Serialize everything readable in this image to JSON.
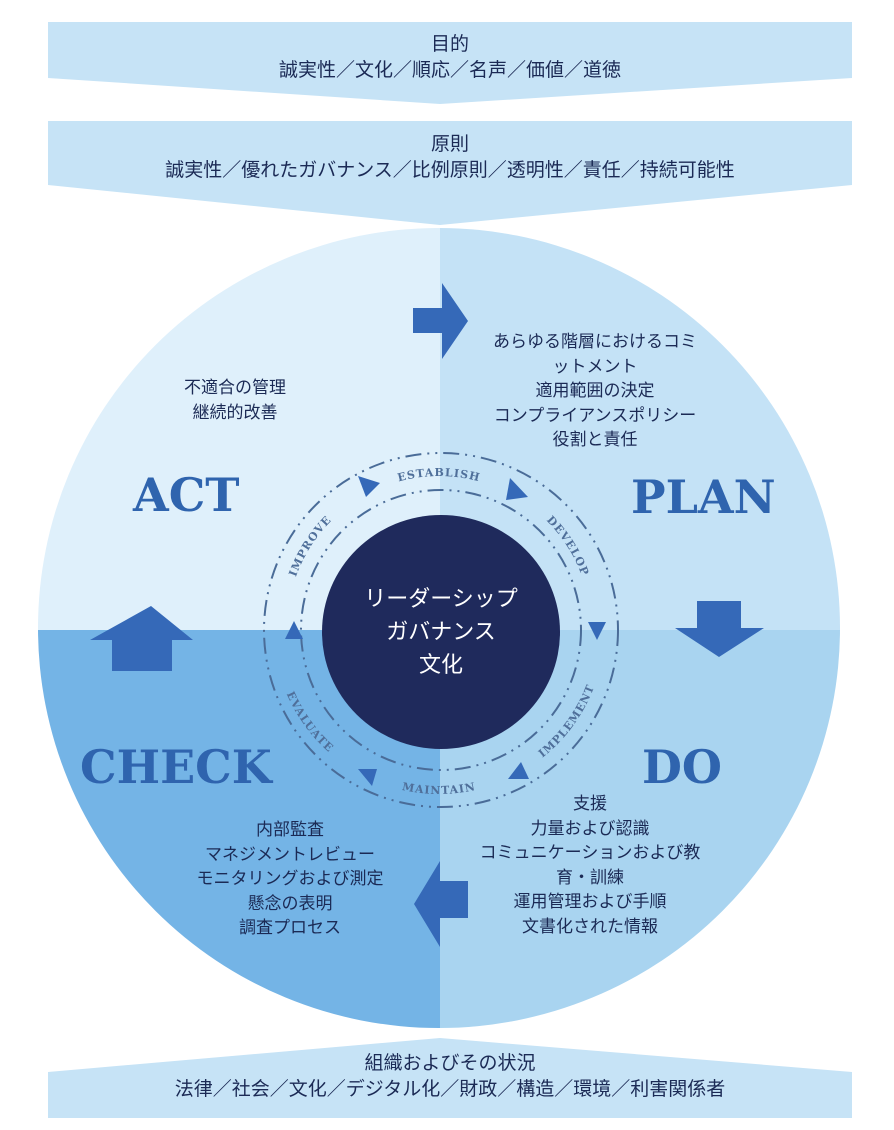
{
  "colors": {
    "banner": "#c6e3f6",
    "act_quadrant": "#dff0fb",
    "plan_quadrant": "#c4e2f6",
    "check_quadrant": "#74b4e6",
    "do_quadrant": "#a9d4f0",
    "arrow": "#3569b8",
    "phase_label": "#2f64ae",
    "center": "#1f2a5c",
    "text": "#1b2a55"
  },
  "top_banners": [
    {
      "title": "目的",
      "items": "誠実性／文化／順応／名声／価値／道徳"
    },
    {
      "title": "原則",
      "items": "誠実性／優れたガバナンス／比例原則／透明性／責任／持続可能性"
    }
  ],
  "bottom_banner": {
    "title": "組織およびその状況",
    "items": "法律／社会／文化／デジタル化／財政／構造／環境／利害関係者"
  },
  "quadrants": {
    "act": {
      "label": "ACT",
      "lines": [
        "不適合の管理",
        "継続的改善"
      ],
      "arrow_icon": "arrow-right-icon"
    },
    "plan": {
      "label": "PLAN",
      "lines": [
        "あらゆる階層におけるコミ",
        "ットメント",
        "適用範囲の決定",
        "コンプライアンスポリシー",
        "役割と責任"
      ],
      "arrow_icon": "arrow-down-icon"
    },
    "do": {
      "label": "DO",
      "lines": [
        "支援",
        "力量および認識",
        "コミュニケーションおよび教",
        "育・訓練",
        "運用管理および手順",
        "文書化された情報"
      ],
      "arrow_icon": "arrow-left-icon"
    },
    "check": {
      "label": "CHECK",
      "lines": [
        "内部監査",
        "マネジメントレビュー",
        "モニタリングおよび測定",
        "懸念の表明",
        "調査プロセス"
      ],
      "arrow_icon": "arrow-up-icon"
    }
  },
  "cycle_steps": [
    "ESTABLISH",
    "DEVELOP",
    "IMPLEMENT",
    "MAINTAIN",
    "EVALUATE",
    "IMPROVE"
  ],
  "center": {
    "lines": [
      "リーダーシップ",
      "ガバナンス",
      "文化"
    ]
  }
}
